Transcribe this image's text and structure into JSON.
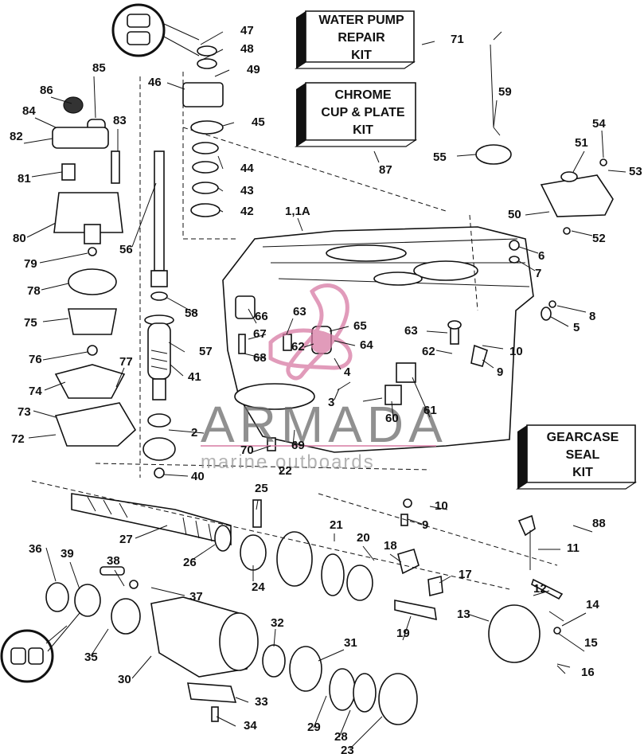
{
  "kits": {
    "water_pump": [
      "WATER PUMP",
      "REPAIR",
      "KIT"
    ],
    "chrome_cup": [
      "CHROME",
      "CUP & PLATE",
      "KIT"
    ],
    "gearcase_seal": [
      "GEARCASE",
      "SEAL",
      "KIT"
    ]
  },
  "watermark": {
    "brand": "ARMADA",
    "tagline": "marine outboards"
  },
  "callouts": [
    "47",
    "48",
    "49",
    "46",
    "45",
    "44",
    "43",
    "42",
    "85",
    "86",
    "84",
    "83",
    "82",
    "81",
    "80",
    "71",
    "59",
    "87",
    "55",
    "54",
    "51",
    "53",
    "50",
    "52",
    "1,1A",
    "56",
    "79",
    "78",
    "6",
    "7",
    "58",
    "8",
    "5",
    "75",
    "66",
    "63",
    "65",
    "63",
    "10",
    "57",
    "67",
    "62",
    "64",
    "62",
    "76",
    "68",
    "9",
    "41",
    "77",
    "74",
    "4",
    "3",
    "73",
    "61",
    "60",
    "72",
    "2",
    "70",
    "69",
    "22",
    "40",
    "10",
    "25",
    "9",
    "88",
    "21",
    "20",
    "27",
    "11",
    "18",
    "26",
    "36",
    "39",
    "38",
    "17",
    "24",
    "12",
    "37",
    "14",
    "13",
    "32",
    "19",
    "35",
    "15",
    "31",
    "30",
    "16",
    "33",
    "34",
    "29",
    "28",
    "23"
  ]
}
